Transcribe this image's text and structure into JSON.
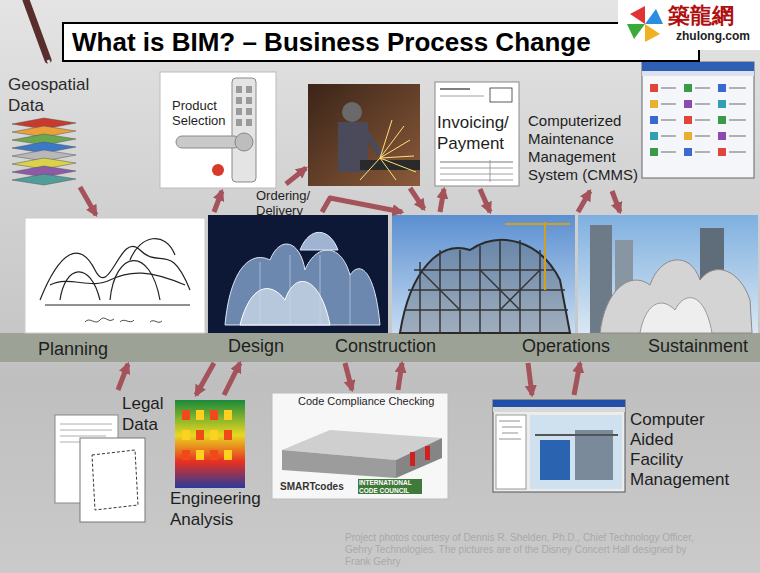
{
  "diagram": {
    "title": "What is BIM? – Business Process Change",
    "nodes": [
      {
        "text": [
          "Geospatial Data"
        ]
      },
      {
        "text": [
          "Product Selection"
        ]
      },
      {
        "text": [
          "Invoicing/ Payment"
        ]
      },
      {
        "text": [
          "Computerized Maintenance Management System (CMMS)"
        ]
      },
      {
        "text": [
          "Planning"
        ]
      },
      {
        "text": [
          "Design"
        ]
      },
      {
        "text": [
          "Construction"
        ]
      },
      {
        "text": [
          "Operations",
          "Sustainment"
        ]
      },
      {
        "text": [
          "Legal Data"
        ]
      },
      {
        "text": [
          "Engineering Analysis"
        ]
      },
      {
        "text": [
          "Code Compliance Checking",
          "SMARTcodes",
          "INTERNATIONAL CODE COUNCIL"
        ]
      },
      {
        "text": [
          "Computer Aided Facility Management"
        ]
      }
    ],
    "edges": [
      {
        "from": 0,
        "to": 4,
        "arrow": "to"
      },
      {
        "from": 5,
        "to": 1,
        "arrow": "to"
      },
      {
        "from": 5,
        "to": 6,
        "label": "Ordering/ Delivery",
        "arrow": "to"
      },
      {
        "from": 6,
        "to": 2,
        "arrow": "to"
      },
      {
        "from": 2,
        "to": 6,
        "arrow": "to"
      },
      {
        "from": 7,
        "to": 3,
        "arrow": "to"
      },
      {
        "from": 3,
        "to": 7,
        "arrow": "to"
      },
      {
        "from": 8,
        "to": 4,
        "arrow": "to"
      },
      {
        "from": 5,
        "to": 9,
        "arrow": "to"
      },
      {
        "from": 9,
        "to": 5,
        "arrow": "to"
      },
      {
        "from": 6,
        "to": 10,
        "arrow": "to"
      },
      {
        "from": 10,
        "to": 6,
        "arrow": "to"
      },
      {
        "from": 7,
        "to": 11,
        "arrow": "to"
      },
      {
        "from": 11,
        "to": 7,
        "arrow": "to"
      }
    ],
    "labels": [
      "築龍網",
      "zhulong.com",
      "Project photos courtesy of Dennis R. Shelden, Ph.D., Chief Technology Officer, Gehry Technologies. The pictures are of the Disney Concert Hall designed by Frank Gehry"
    ]
  }
}
